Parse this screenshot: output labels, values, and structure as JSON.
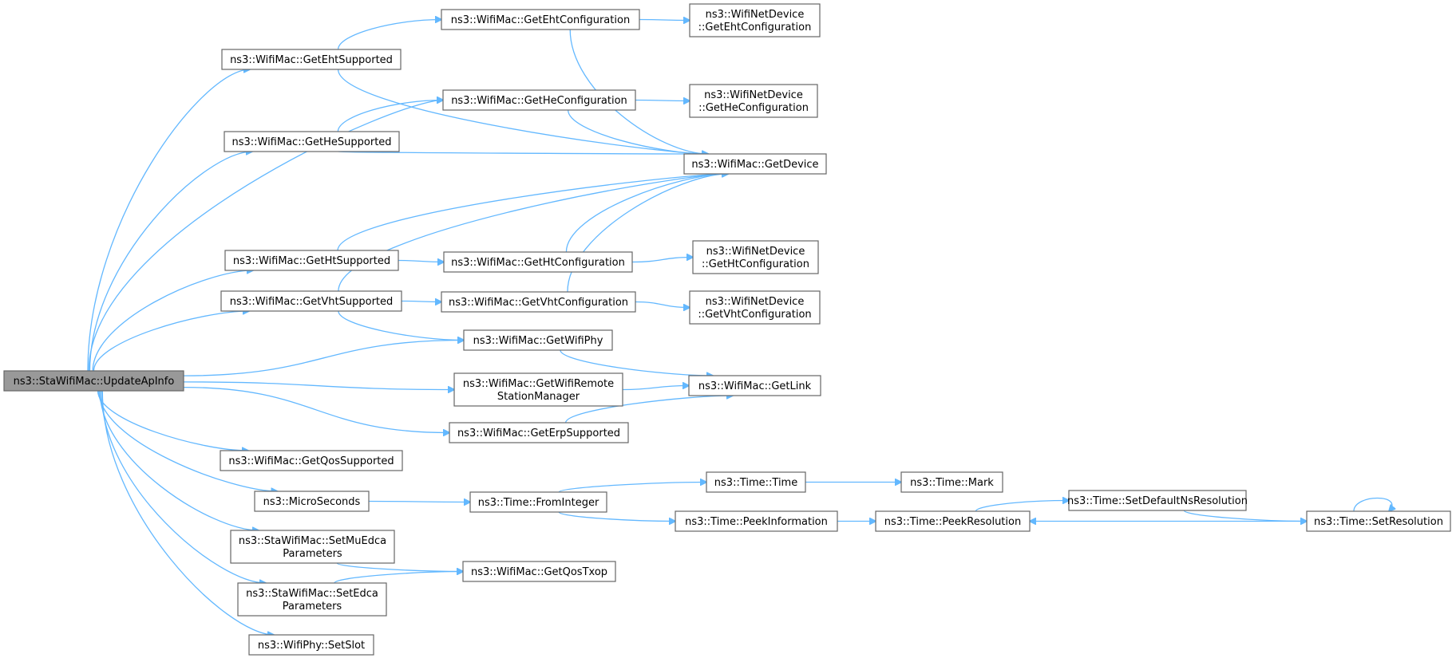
{
  "nodes": [
    {
      "id": "updateApInfo",
      "lines": [
        "ns3::StaWifiMac::UpdateApInfo"
      ],
      "root": true
    },
    {
      "id": "getEhtSupported",
      "lines": [
        "ns3::WifiMac::GetEhtSupported"
      ]
    },
    {
      "id": "getEhtConfiguration",
      "lines": [
        "ns3::WifiMac::GetEhtConfiguration"
      ]
    },
    {
      "id": "ndGetEhtConfiguration",
      "lines": [
        "ns3::WifiNetDevice",
        "::GetEhtConfiguration"
      ]
    },
    {
      "id": "getHeConfiguration",
      "lines": [
        "ns3::WifiMac::GetHeConfiguration"
      ]
    },
    {
      "id": "ndGetHeConfiguration",
      "lines": [
        "ns3::WifiNetDevice",
        "::GetHeConfiguration"
      ]
    },
    {
      "id": "getHeSupported",
      "lines": [
        "ns3::WifiMac::GetHeSupported"
      ]
    },
    {
      "id": "getDevice",
      "lines": [
        "ns3::WifiMac::GetDevice"
      ]
    },
    {
      "id": "getHtSupported",
      "lines": [
        "ns3::WifiMac::GetHtSupported"
      ]
    },
    {
      "id": "getHtConfiguration",
      "lines": [
        "ns3::WifiMac::GetHtConfiguration"
      ]
    },
    {
      "id": "ndGetHtConfiguration",
      "lines": [
        "ns3::WifiNetDevice",
        "::GetHtConfiguration"
      ]
    },
    {
      "id": "getVhtSupported",
      "lines": [
        "ns3::WifiMac::GetVhtSupported"
      ]
    },
    {
      "id": "getVhtConfiguration",
      "lines": [
        "ns3::WifiMac::GetVhtConfiguration"
      ]
    },
    {
      "id": "ndGetVhtConfiguration",
      "lines": [
        "ns3::WifiNetDevice",
        "::GetVhtConfiguration"
      ]
    },
    {
      "id": "getWifiPhy",
      "lines": [
        "ns3::WifiMac::GetWifiPhy"
      ]
    },
    {
      "id": "getWifiRemoteStationManager",
      "lines": [
        "ns3::WifiMac::GetWifiRemote",
        "StationManager"
      ]
    },
    {
      "id": "getLink",
      "lines": [
        "ns3::WifiMac::GetLink"
      ]
    },
    {
      "id": "getErpSupported",
      "lines": [
        "ns3::WifiMac::GetErpSupported"
      ]
    },
    {
      "id": "getQosSupported",
      "lines": [
        "ns3::WifiMac::GetQosSupported"
      ]
    },
    {
      "id": "microSeconds",
      "lines": [
        "ns3::MicroSeconds"
      ]
    },
    {
      "id": "fromInteger",
      "lines": [
        "ns3::Time::FromInteger"
      ]
    },
    {
      "id": "timeTime",
      "lines": [
        "ns3::Time::Time"
      ]
    },
    {
      "id": "timeMark",
      "lines": [
        "ns3::Time::Mark"
      ]
    },
    {
      "id": "peekInformation",
      "lines": [
        "ns3::Time::PeekInformation"
      ]
    },
    {
      "id": "peekResolution",
      "lines": [
        "ns3::Time::PeekResolution"
      ]
    },
    {
      "id": "setDefaultNsResolution",
      "lines": [
        "ns3::Time::SetDefaultNsResolution"
      ]
    },
    {
      "id": "setResolution",
      "lines": [
        "ns3::Time::SetResolution"
      ]
    },
    {
      "id": "setMuEdca",
      "lines": [
        "ns3::StaWifiMac::SetMuEdca",
        "Parameters"
      ]
    },
    {
      "id": "getQosTxop",
      "lines": [
        "ns3::WifiMac::GetQosTxop"
      ]
    },
    {
      "id": "setEdca",
      "lines": [
        "ns3::StaWifiMac::SetEdca",
        "Parameters"
      ]
    },
    {
      "id": "setSlot",
      "lines": [
        "ns3::WifiPhy::SetSlot"
      ]
    }
  ],
  "edges": [
    [
      "updateApInfo",
      "getEhtSupported"
    ],
    [
      "updateApInfo",
      "getHeConfiguration"
    ],
    [
      "updateApInfo",
      "getHeSupported"
    ],
    [
      "updateApInfo",
      "getHtSupported"
    ],
    [
      "updateApInfo",
      "getVhtSupported"
    ],
    [
      "updateApInfo",
      "getWifiPhy"
    ],
    [
      "updateApInfo",
      "getWifiRemoteStationManager"
    ],
    [
      "updateApInfo",
      "getErpSupported"
    ],
    [
      "updateApInfo",
      "getQosSupported"
    ],
    [
      "updateApInfo",
      "microSeconds"
    ],
    [
      "updateApInfo",
      "setMuEdca"
    ],
    [
      "updateApInfo",
      "setEdca"
    ],
    [
      "updateApInfo",
      "setSlot"
    ],
    [
      "getEhtSupported",
      "getEhtConfiguration"
    ],
    [
      "getEhtSupported",
      "getDevice"
    ],
    [
      "getEhtConfiguration",
      "ndGetEhtConfiguration"
    ],
    [
      "getEhtConfiguration",
      "getDevice"
    ],
    [
      "getHeConfiguration",
      "ndGetHeConfiguration"
    ],
    [
      "getHeConfiguration",
      "getDevice"
    ],
    [
      "getHeSupported",
      "getHeConfiguration"
    ],
    [
      "getHeSupported",
      "getDevice"
    ],
    [
      "getHtSupported",
      "getDevice"
    ],
    [
      "getHtSupported",
      "getHtConfiguration"
    ],
    [
      "getHtConfiguration",
      "getDevice"
    ],
    [
      "getHtConfiguration",
      "ndGetHtConfiguration"
    ],
    [
      "getVhtSupported",
      "getDevice"
    ],
    [
      "getVhtSupported",
      "getVhtConfiguration"
    ],
    [
      "getVhtSupported",
      "getWifiPhy"
    ],
    [
      "getVhtConfiguration",
      "getDevice"
    ],
    [
      "getVhtConfiguration",
      "ndGetVhtConfiguration"
    ],
    [
      "getWifiPhy",
      "getLink"
    ],
    [
      "getWifiRemoteStationManager",
      "getLink"
    ],
    [
      "getErpSupported",
      "getLink"
    ],
    [
      "microSeconds",
      "fromInteger"
    ],
    [
      "fromInteger",
      "timeTime"
    ],
    [
      "fromInteger",
      "peekInformation"
    ],
    [
      "timeTime",
      "timeMark"
    ],
    [
      "peekInformation",
      "peekResolution"
    ],
    [
      "peekResolution",
      "setDefaultNsResolution"
    ],
    [
      "setDefaultNsResolution",
      "setResolution"
    ],
    [
      "setResolution",
      "peekResolution"
    ],
    [
      "setResolution",
      "setResolution"
    ],
    [
      "setMuEdca",
      "getQosTxop"
    ],
    [
      "setEdca",
      "getQosTxop"
    ]
  ],
  "colors": {
    "edge": "#63b8ff",
    "root_fill": "#999999",
    "node_border": "#666666"
  }
}
